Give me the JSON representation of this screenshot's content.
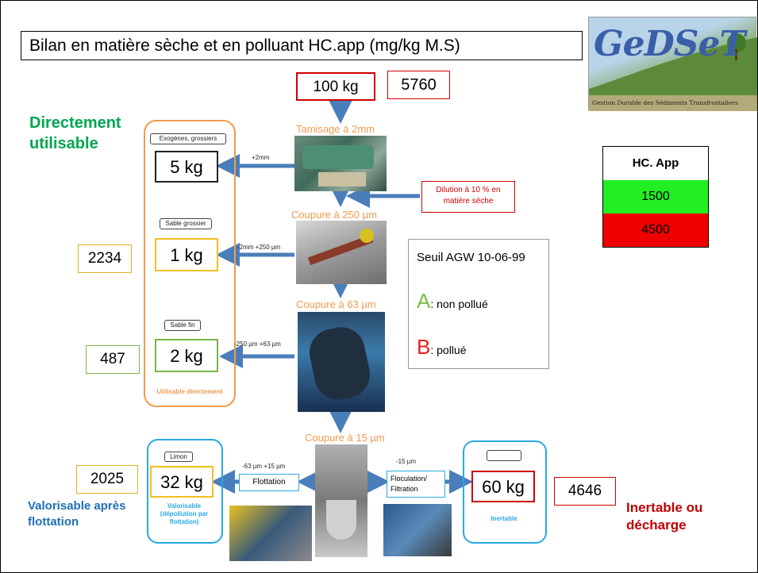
{
  "title": "Bilan en matière sèche et en polluant HC.app (mg/kg M.S)",
  "logo": {
    "text": "GeDSeT",
    "caption": "Gestion Durable des Sédiments Transfrontaliers"
  },
  "input": {
    "mass": "100 kg",
    "hc_value": "5760"
  },
  "steps": {
    "tamisage": "Tamisage à 2mm",
    "coupure250": "Coupure à 250 µm",
    "coupure63": "Coupure à 63 µm",
    "coupure15": "Coupure à 15 µm",
    "dilution": "Dilution à 10 % en matière sèche"
  },
  "fractions": {
    "exogenes": {
      "label": "Exogènes, grossiers",
      "mass": "5 kg",
      "cut": "+2mm"
    },
    "sable_grossier": {
      "label": "Sable grossier",
      "mass": "1 kg",
      "cut": "-2mm +250 µm",
      "hc_value": "2234"
    },
    "sable_fin": {
      "label": "Sable fin",
      "mass": "2 kg",
      "cut": "-250 µm +63 µm",
      "hc_value": "487"
    },
    "limon": {
      "label": "Limon",
      "mass": "32 kg",
      "cut": "-63 µm +15 µm",
      "hc_value": "2025",
      "process": "Flottation",
      "note": "Valorisable (dépollution par flottation)"
    },
    "inertable": {
      "mass": "60 kg",
      "cut": "-15 µm",
      "hc_value": "4646",
      "process": "Floculation/ Filtration",
      "note": "Inertable"
    }
  },
  "groups": {
    "directement": "Directement utilisable",
    "utilisable_directement": "Utilisable directement",
    "valorisable": "Valorisable après flottation",
    "inertable": "Inertable ou décharge"
  },
  "legend": {
    "header": "HC. App",
    "rows": [
      {
        "value": "1500",
        "color": "#22ee22"
      },
      {
        "value": "4500",
        "color": "#ee0000"
      }
    ]
  },
  "seuil": {
    "title": "Seuil AGW 10-06-99",
    "a_letter": "A",
    "a_text": ": non pollué",
    "b_letter": "B",
    "b_text": ": pollué"
  },
  "colors": {
    "arrow": "#4a7ebb",
    "orange": "#f29b4d",
    "cyan": "#29a9e1",
    "green_text": "#00a651",
    "red_text": "#c00000",
    "blue_text": "#1f6fb6"
  }
}
